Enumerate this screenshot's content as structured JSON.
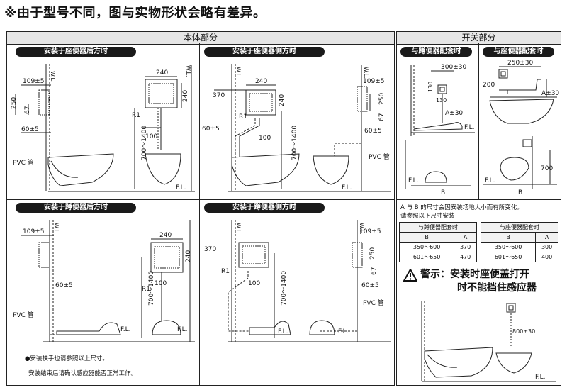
{
  "note": "※由于型号不同，图与实物形状会略有差异。",
  "section_main": "本体部分",
  "section_side": "开关部分",
  "panels": {
    "p1": "安装于座便器后方时",
    "p2": "安装于座便器侧方时",
    "p3": "安装于蹲便器后方时",
    "p4": "安装于蹲便器侧方时",
    "p5": "与蹲便器配套时",
    "p6": "与座便器配套时"
  },
  "dims": {
    "d109": "109±5",
    "d250": "250",
    "d67": "67",
    "d60": "60±5",
    "d240": "240",
    "r1": "R1",
    "d100": "100",
    "d700_1400": "700～1400",
    "d370": "370",
    "pvc": "PVC 管",
    "wl": "W.L.",
    "fl": "F.L.",
    "d300": "300±30",
    "d130": "130",
    "d250_30": "250±30",
    "d200": "200",
    "a30": "A±30",
    "d700": "700",
    "a": "A",
    "b": "B",
    "d800": "800±30"
  },
  "footnotes": {
    "f1": "●安装扶手也请参照以上尺寸。",
    "f2": "安装结束后请确认感应器能否正常工作。"
  },
  "size_note": {
    "line1": "A 与 B 的尺寸会因安装场地大小而有所变化。",
    "line2": "请参照以下尺寸安装"
  },
  "table_squat": {
    "title": "与蹲便器配套时",
    "headers": [
      "B",
      "A"
    ],
    "rows": [
      [
        "350～600",
        "370"
      ],
      [
        "601～650",
        "470"
      ]
    ]
  },
  "table_seat": {
    "title": "与座便器配套时",
    "headers": [
      "B",
      "A"
    ],
    "rows": [
      [
        "350～600",
        "300"
      ],
      [
        "601～650",
        "400"
      ]
    ]
  },
  "warning": {
    "line1": "警示：安装时座便盖打开",
    "line2": "时不能挡住感应器"
  }
}
